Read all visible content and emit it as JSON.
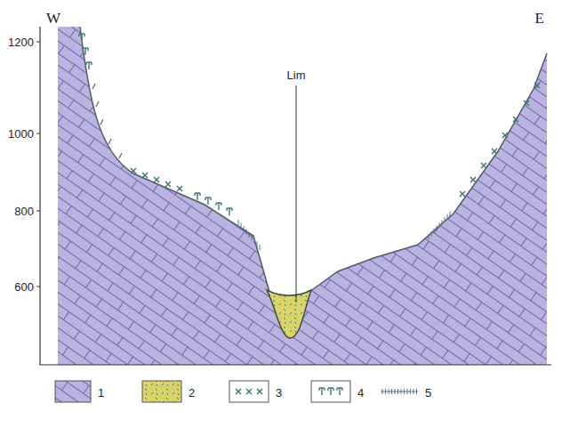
{
  "diagram": {
    "labels": [
      "W",
      "E",
      "1200",
      "1000",
      "800",
      "600",
      "Lim"
    ],
    "legend": [
      {
        "text": "1"
      },
      {
        "text": "2"
      },
      {
        "text": "3"
      },
      {
        "text": "4"
      },
      {
        "text": "5"
      }
    ]
  }
}
